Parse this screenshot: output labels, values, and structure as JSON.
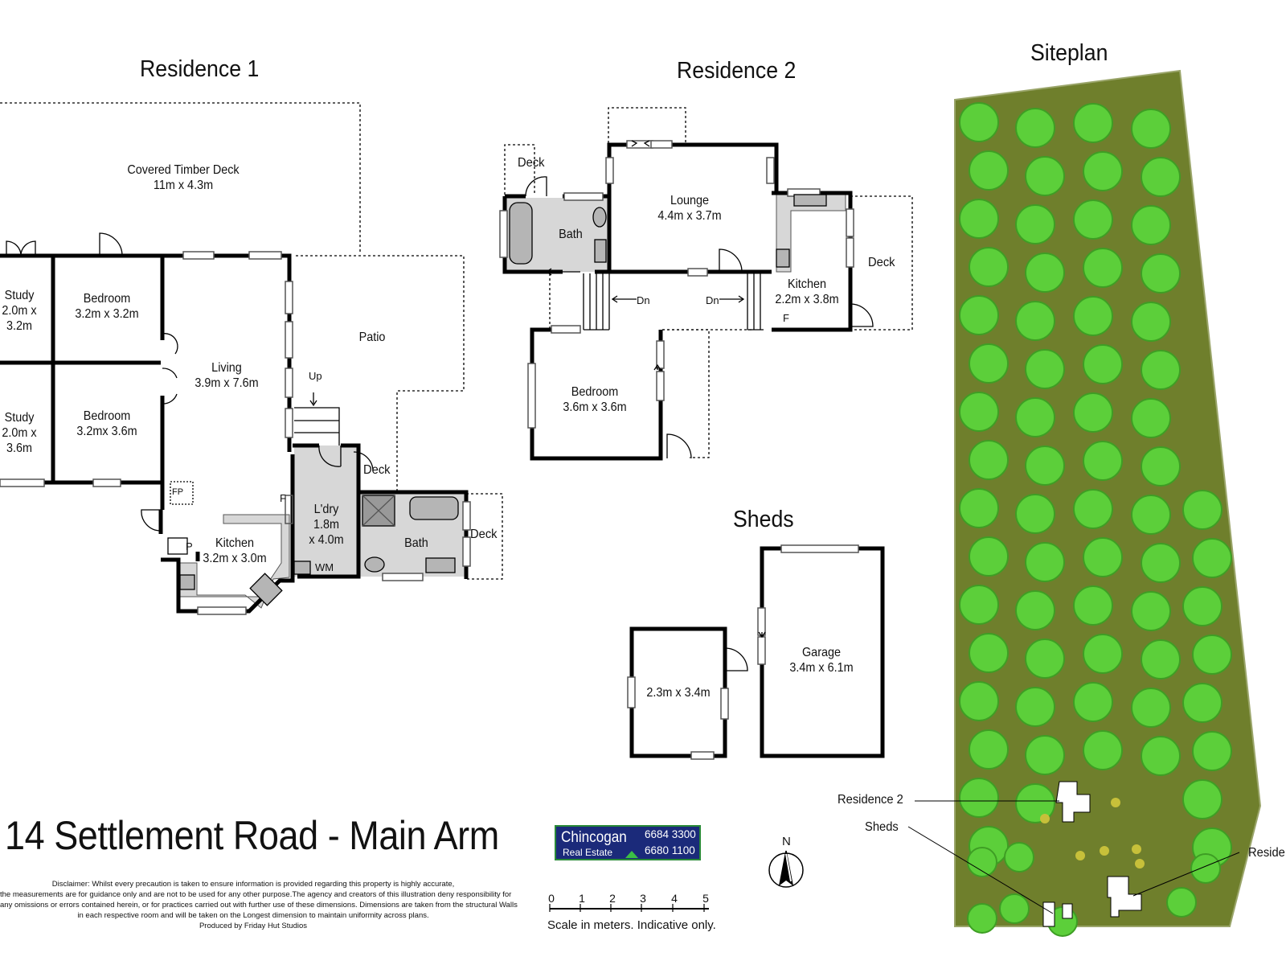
{
  "headings": {
    "residence1": "Residence 1",
    "residence2": "Residence 2",
    "sheds": "Sheds",
    "siteplan": "Siteplan"
  },
  "residence1": {
    "covered_deck": "Covered Timber Deck\n11m x 4.3m",
    "study1": "Study\n2.0m x\n3.2m",
    "bedroom1": "Bedroom\n3.2m x 3.2m",
    "study2": "Study\n2.0m x\n3.6m",
    "bedroom2": "Bedroom\n3.2mx 3.6m",
    "living": "Living\n3.9m x 7.6m",
    "patio": "Patio",
    "up": "Up",
    "deck_small": "Deck",
    "fp": "FP",
    "p": "P",
    "kitchen": "Kitchen\n3.2m x 3.0m",
    "f": "F",
    "laundry": "L'dry\n1.8m\nx 4.0m",
    "wm": "WM",
    "bath": "Bath",
    "deck_right": "Deck"
  },
  "residence2": {
    "deck_top": "Deck",
    "bath": "Bath",
    "lounge": "Lounge\n4.4m x 3.7m",
    "dn_left": "Dn",
    "dn_right": "Dn",
    "kitchen": "Kitchen\n2.2m x 3.8m",
    "f": "F",
    "deck_right": "Deck",
    "bedroom": "Bedroom\n3.6m x 3.6m"
  },
  "sheds": {
    "shed": "2.3m x 3.4m",
    "garage": "Garage\n3.4m x 6.1m"
  },
  "siteplan": {
    "residence2": "Residence 2",
    "sheds": "Sheds",
    "residence1_cut": "Reside"
  },
  "address": "14 Settlement Road - Main Arm",
  "disclaimer": [
    "Disclaimer: Whilst every precaution is taken to ensure information is provided regarding this property is highly accurate,",
    "the measurements are for guidance only and are not to be used for any other purpose.The agency and creators of this illustration deny responsibility for",
    "any omissions or errors contained herein, or for practices carried out with further use of these dimensions. Dimensions are taken from the structural Walls",
    "in each respective room and will be taken on the Longest dimension to maintain uniformity across plans.",
    "Produced by Friday Hut Studios"
  ],
  "logo": {
    "brand": "Chincogan",
    "sub": "Real Estate",
    "phone1": "6684 3300",
    "phone2": "6680 1100"
  },
  "north": "N",
  "scale": {
    "ticks": [
      "0",
      "1",
      "2",
      "3",
      "4",
      "5"
    ],
    "caption": "Scale in meters. Indicative only."
  },
  "colors": {
    "wall": "#000000",
    "fixture_fill": "#b5b5b5",
    "wet_area": "#d7d7d7",
    "site_ground": "#6f7f2c",
    "tree_green": "#5ccf3a",
    "logo_blue": "#1b2a7a",
    "logo_green": "#3bbf45"
  }
}
